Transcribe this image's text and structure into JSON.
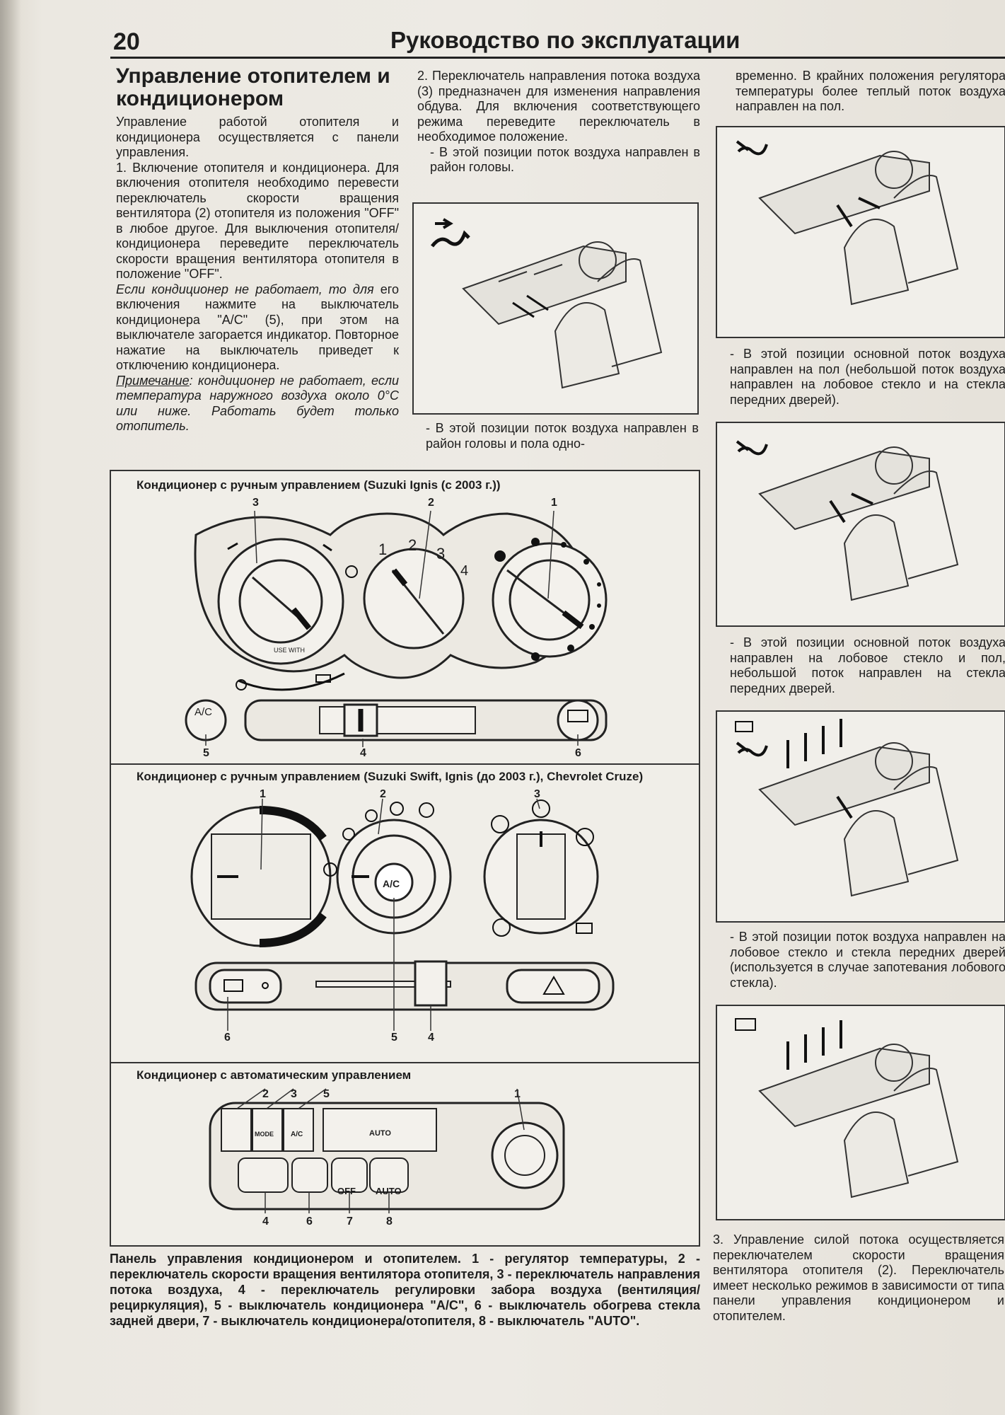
{
  "header": {
    "page_number": "20",
    "title": "Руководство по эксплуатации"
  },
  "col1": {
    "heading": "Управление отопителем и кондиционером",
    "p1": "Управление работой отопителя и кондиционера осуществляется с панели управления.",
    "p2": "1. Включение отопителя и кондиционера. Для включения отопителя необходимо перевести переключатель скорости вращения вентилятора (2) отопителя из положения \"OFF\" в любое другое. Для выключения отопителя/кондиционера переведите переключатель скорости вращения вентилятора отопителя в положение \"OFF\".",
    "p3_italic": "Если кондиционер не работает, то для",
    "p3": "его включения нажмите на выключатель кондиционера \"A/C\" (5), при этом на выключателе загорается индикатор. Повторное нажатие на выключатель приведет к отключению кондиционера.",
    "note_label": "Примечание",
    "note_text": ": кондиционер не работает, если температура наружного воздуха около 0°С или ниже. Работать будет только отопитель."
  },
  "col2": {
    "p1": "2. Переключатель направления потока воздуха (3) предназначен для изменения направления обдува. Для включения соответствующего режима переведите переключатель в необходимое положение.",
    "p2": "- В этой позиции поток воздуха направлен в район головы.",
    "p3": "- В этой позиции поток воздуха направлен в район головы и пола одно-"
  },
  "col3": {
    "p1": "временно. В крайних положения регулятора температуры более теплый поток воздуха направлен на пол.",
    "c1": "- В этой позиции основной поток воздуха направлен на пол (небольшой поток воздуха направлен на лобовое стекло и на стекла передних дверей).",
    "c2": "- В этой позиции основной поток воздуха направлен на лобовое стекло и пол, небольшой поток направлен на стекла передних дверей.",
    "c3": "- В этой позиции поток воздуха направлен на лобовое стекло и стекла передних дверей (используется в случае запотевания лобового стекла).",
    "bottom": "3. Управление силой потока осуществляется переключателем скорости вращения вентилятора отопителя (2). Переключатель имеет несколько режимов в зависимости от типа панели управления кондиционером и отопителем."
  },
  "diagram": {
    "s1_title": "Кондиционер с ручным управлением (Suzuki Ignis (с 2003 г.))",
    "s2_title": "Кондиционер с ручным управлением (Suzuki Swift, Ignis (до 2003 г.), Chevrolet Cruze)",
    "s3_title": "Кондиционер с автоматическим управлением",
    "s1_nums_top": [
      "3",
      "2",
      "1"
    ],
    "s1_dial_nums": [
      "1",
      "2",
      "3",
      "4"
    ],
    "s1_nums_bottom": [
      "5",
      "4",
      "6"
    ],
    "s1_ac": "A/C",
    "s1_use_with": "USE WITH",
    "s2_nums_top": [
      "1",
      "2",
      "3"
    ],
    "s2_nums_bottom": [
      "6",
      "5",
      "4"
    ],
    "s2_ac": "A/C",
    "s3_nums_top": [
      "2",
      "3",
      "5",
      "1"
    ],
    "s3_nums_bottom": [
      "4",
      "6",
      "7",
      "8"
    ],
    "s3_mode": "MODE",
    "s3_ac": "A/C",
    "s3_auto_display": "AUTO",
    "s3_off": "OFF",
    "s3_auto": "AUTO"
  },
  "caption": "Панель управления кондиционером и отопителем. 1 - регулятор температуры, 2 - переключатель скорости вращения вентилятора отопителя, 3 - переключатель направления потока воздуха, 4 - переключатель регулировки забора воздуха (вентиляция/рециркуляция), 5 - выключатель кондиционера \"A/C\", 6 - выключатель обогрева стекла задней двери, 7 - выключатель кондиционера/отопителя, 8 - выключатель \"AUTO\"."
}
